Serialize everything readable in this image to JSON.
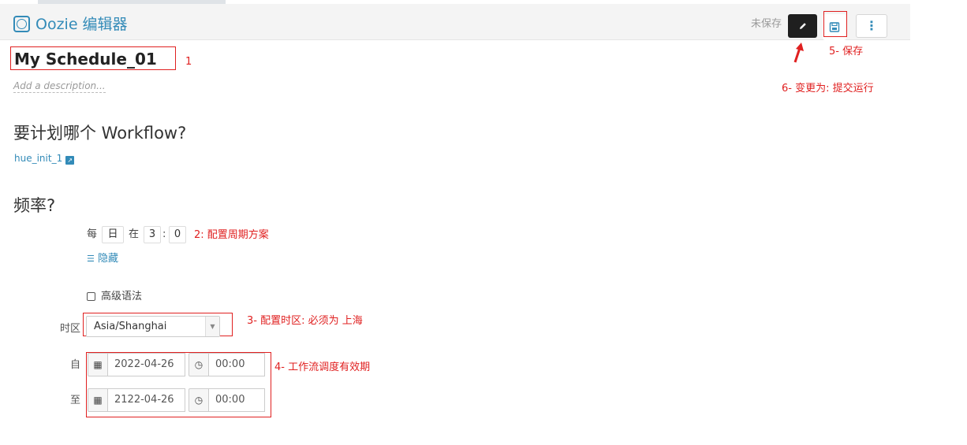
{
  "app": {
    "title": "Oozie 编辑器"
  },
  "toolbar": {
    "status": "未保存",
    "edit_icon": "pencil-icon",
    "save_icon": "floppy-disk-icon",
    "more_icon": "vertical-dots-icon"
  },
  "schedule": {
    "name": "My Schedule_01",
    "description_placeholder": "Add a description..."
  },
  "workflow_section": {
    "heading": "要计划哪个 Workflow?",
    "workflow_link": "hue_init_1",
    "external_icon": "external-link-icon"
  },
  "frequency": {
    "heading": "频率?",
    "every": "每",
    "unit": "日",
    "at": "在",
    "hour": "3",
    "separator": ":",
    "minute": "0",
    "hide_label": "隐藏",
    "hide_icon": "sliders-icon",
    "advanced_syntax": "高级语法"
  },
  "timezone": {
    "label": "时区",
    "value": "Asia/Shanghai"
  },
  "range": {
    "from_label": "自",
    "to_label": "至",
    "start_date": "2022-04-26",
    "start_time": "00:00",
    "end_date": "2122-04-26",
    "end_time": "00:00",
    "calendar_icon": "calendar-icon",
    "clock_icon": "clock-icon"
  },
  "annotations": {
    "n1": "1",
    "n2": "2: 配置周期方案",
    "n3": "3- 配置时区: 必须为  上海",
    "n4": "4- 工作流调度有效期",
    "n5": "5- 保存",
    "n6": "6- 变更为: 提交运行"
  },
  "colors": {
    "accent": "#338bb8",
    "annotation": "#e02020",
    "edit_button": "#1f1f1f"
  }
}
